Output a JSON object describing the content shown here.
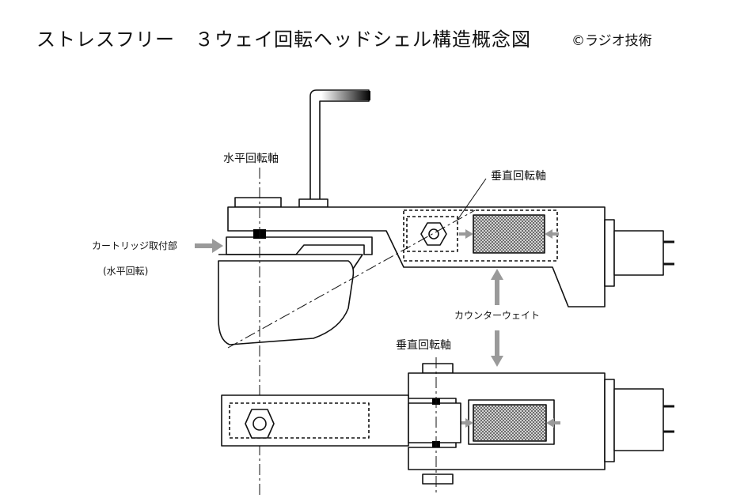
{
  "title": "ストレスフリー　３ウェイ回転ヘッドシェル構造概念図",
  "copyright": "©ラジオ技術",
  "labels": {
    "horizontal_axis": "水平回転軸",
    "vertical_axis_top": "垂直回転軸",
    "cartridge_mount": "カートリッジ取付部",
    "horizontal_rotation": "(水平回転)",
    "counterweight": "カウンターウェイト",
    "vertical_axis_bottom": "垂直回転軸"
  },
  "colors": {
    "line": "#111111",
    "arrow_fill": "#9a9a9a",
    "marker": "#000000"
  }
}
